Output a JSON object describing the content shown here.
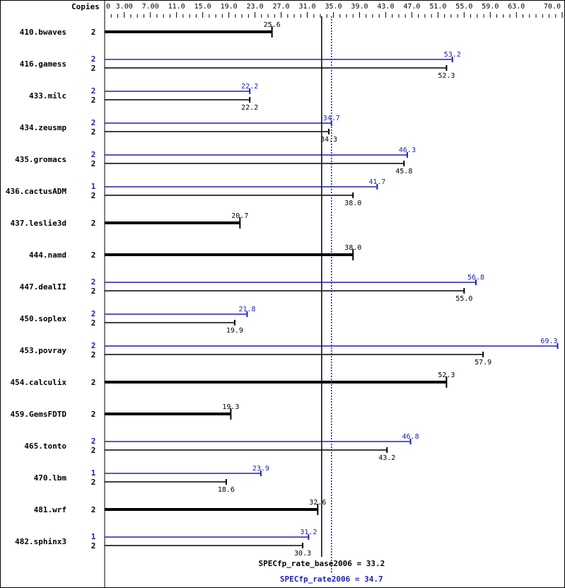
{
  "chart_data": {
    "type": "bar",
    "orientation": "horizontal",
    "axis_label": "Copies",
    "xlim": [
      0,
      70
    ],
    "tick_labels": [
      "0",
      "3.00",
      "7.00",
      "11.0",
      "15.0",
      "19.0",
      "23.0",
      "27.0",
      "31.0",
      "35.0",
      "39.0",
      "43.0",
      "47.0",
      "51.0",
      "55.0",
      "59.0",
      "63.0",
      "70.0"
    ],
    "tick_values": [
      0,
      3,
      7,
      11,
      15,
      19,
      23,
      27,
      31,
      35,
      39,
      43,
      47,
      51,
      55,
      59,
      63,
      70
    ],
    "colors": {
      "base": "#000000",
      "peak": "#2020b0"
    },
    "benchmarks": [
      {
        "name": "410.bwaves",
        "base_copies": "2",
        "base": 25.6
      },
      {
        "name": "416.gamess",
        "peak_copies": "2",
        "peak": 53.2,
        "base_copies": "2",
        "base": 52.3
      },
      {
        "name": "433.milc",
        "peak_copies": "2",
        "peak": 22.2,
        "base_copies": "2",
        "base": 22.2
      },
      {
        "name": "434.zeusmp",
        "peak_copies": "2",
        "peak": 34.7,
        "base_copies": "2",
        "base": 34.3
      },
      {
        "name": "435.gromacs",
        "peak_copies": "2",
        "peak": 46.3,
        "base_copies": "2",
        "base": 45.8
      },
      {
        "name": "436.cactusADM",
        "peak_copies": "1",
        "peak": 41.7,
        "base_copies": "2",
        "base": 38.0
      },
      {
        "name": "437.leslie3d",
        "base_copies": "2",
        "base": 20.7
      },
      {
        "name": "444.namd",
        "base_copies": "2",
        "base": 38.0
      },
      {
        "name": "447.dealII",
        "peak_copies": "2",
        "peak": 56.8,
        "base_copies": "2",
        "base": 55.0
      },
      {
        "name": "450.soplex",
        "peak_copies": "2",
        "peak": 21.8,
        "base_copies": "2",
        "base": 19.9
      },
      {
        "name": "453.povray",
        "peak_copies": "2",
        "peak": 69.3,
        "base_copies": "2",
        "base": 57.9
      },
      {
        "name": "454.calculix",
        "base_copies": "2",
        "base": 52.3
      },
      {
        "name": "459.GemsFDTD",
        "base_copies": "2",
        "base": 19.3
      },
      {
        "name": "465.tonto",
        "peak_copies": "2",
        "peak": 46.8,
        "base_copies": "2",
        "base": 43.2
      },
      {
        "name": "470.lbm",
        "peak_copies": "1",
        "peak": 23.9,
        "base_copies": "2",
        "base": 18.6
      },
      {
        "name": "481.wrf",
        "base_copies": "2",
        "base": 32.6
      },
      {
        "name": "482.sphinx3",
        "peak_copies": "1",
        "peak": 31.2,
        "base_copies": "2",
        "base": 30.3
      }
    ],
    "base_summary": {
      "label": "SPECfp_rate_base2006 = 33.2",
      "value": 33.2
    },
    "peak_summary": {
      "label": "SPECfp_rate2006 = 34.7",
      "value": 34.7
    }
  }
}
